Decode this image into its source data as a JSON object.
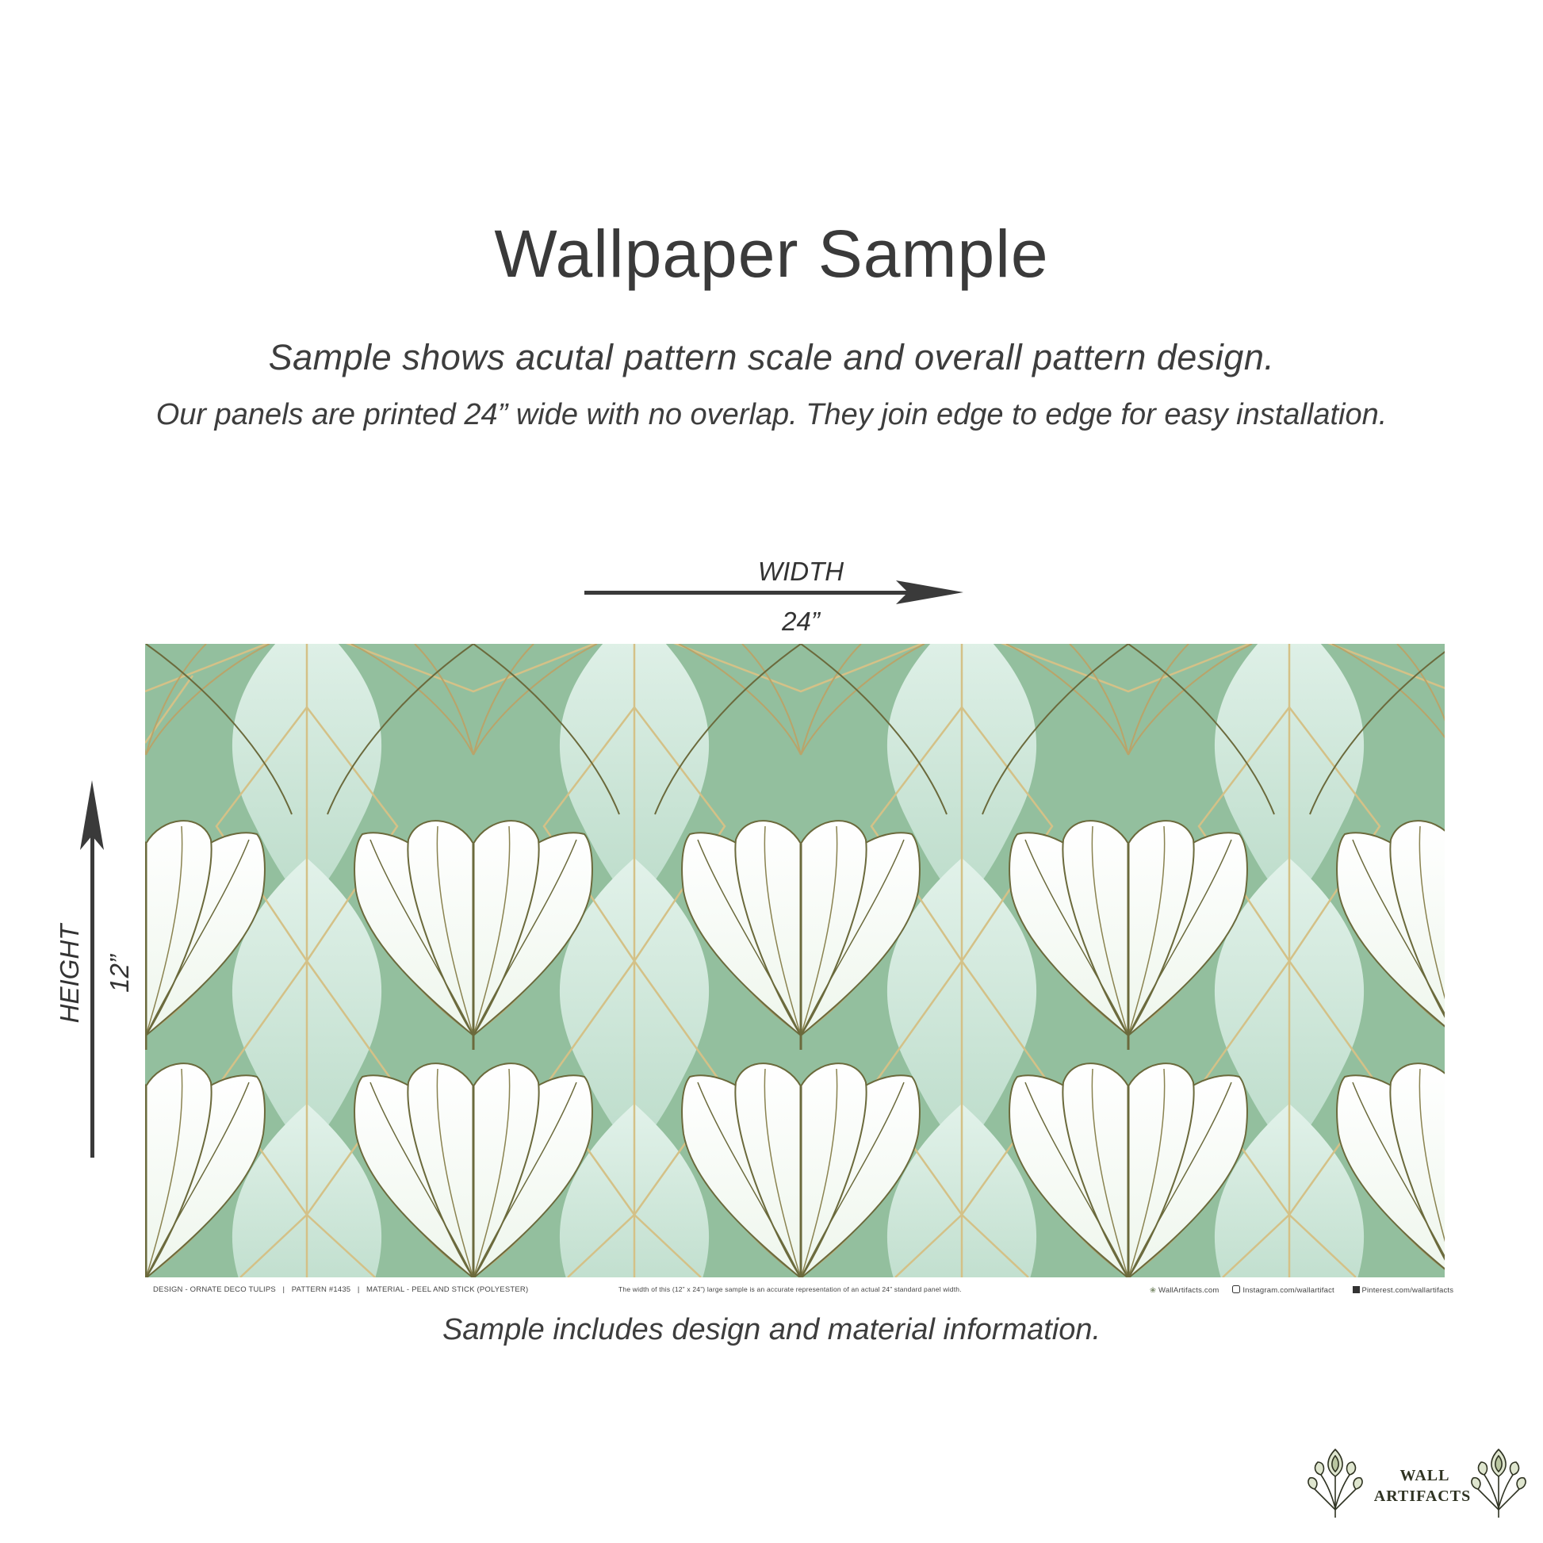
{
  "header": {
    "title": "Wallpaper Sample",
    "subtitle": "Sample shows acutal pattern scale and overall pattern design.",
    "description": "Our panels are printed 24” wide with no overlap. They join edge to edge for easy installation."
  },
  "dimensions": {
    "width_label": "WIDTH",
    "width_value": "24”",
    "height_label": "HEIGHT",
    "height_value": "12”"
  },
  "sample": {
    "design": "DESIGN - ORNATE DECO TULIPS",
    "pattern": "PATTERN #1435",
    "material": "MATERIAL - PEEL AND STICK (POLYESTER)",
    "separator": "|",
    "width_note": "The width of this (12” x 24”) large sample is an accurate representation of an actual 24” standard panel width.",
    "links": {
      "website": "WallArtifacts.com",
      "instagram": "Instagram.com/wallartifact",
      "pinterest": "Pinterest.com/wallartifacts"
    },
    "colors": {
      "green": "#93bf9e",
      "pale_green": "#d6ece1",
      "white_petal": "#fbfcf7",
      "gold": "#cdb57c",
      "dark_line": "#6b6a3c"
    }
  },
  "caption": "Sample includes design and material information.",
  "brand": {
    "line1": "WALL",
    "line2": "ARTIFACTS"
  }
}
